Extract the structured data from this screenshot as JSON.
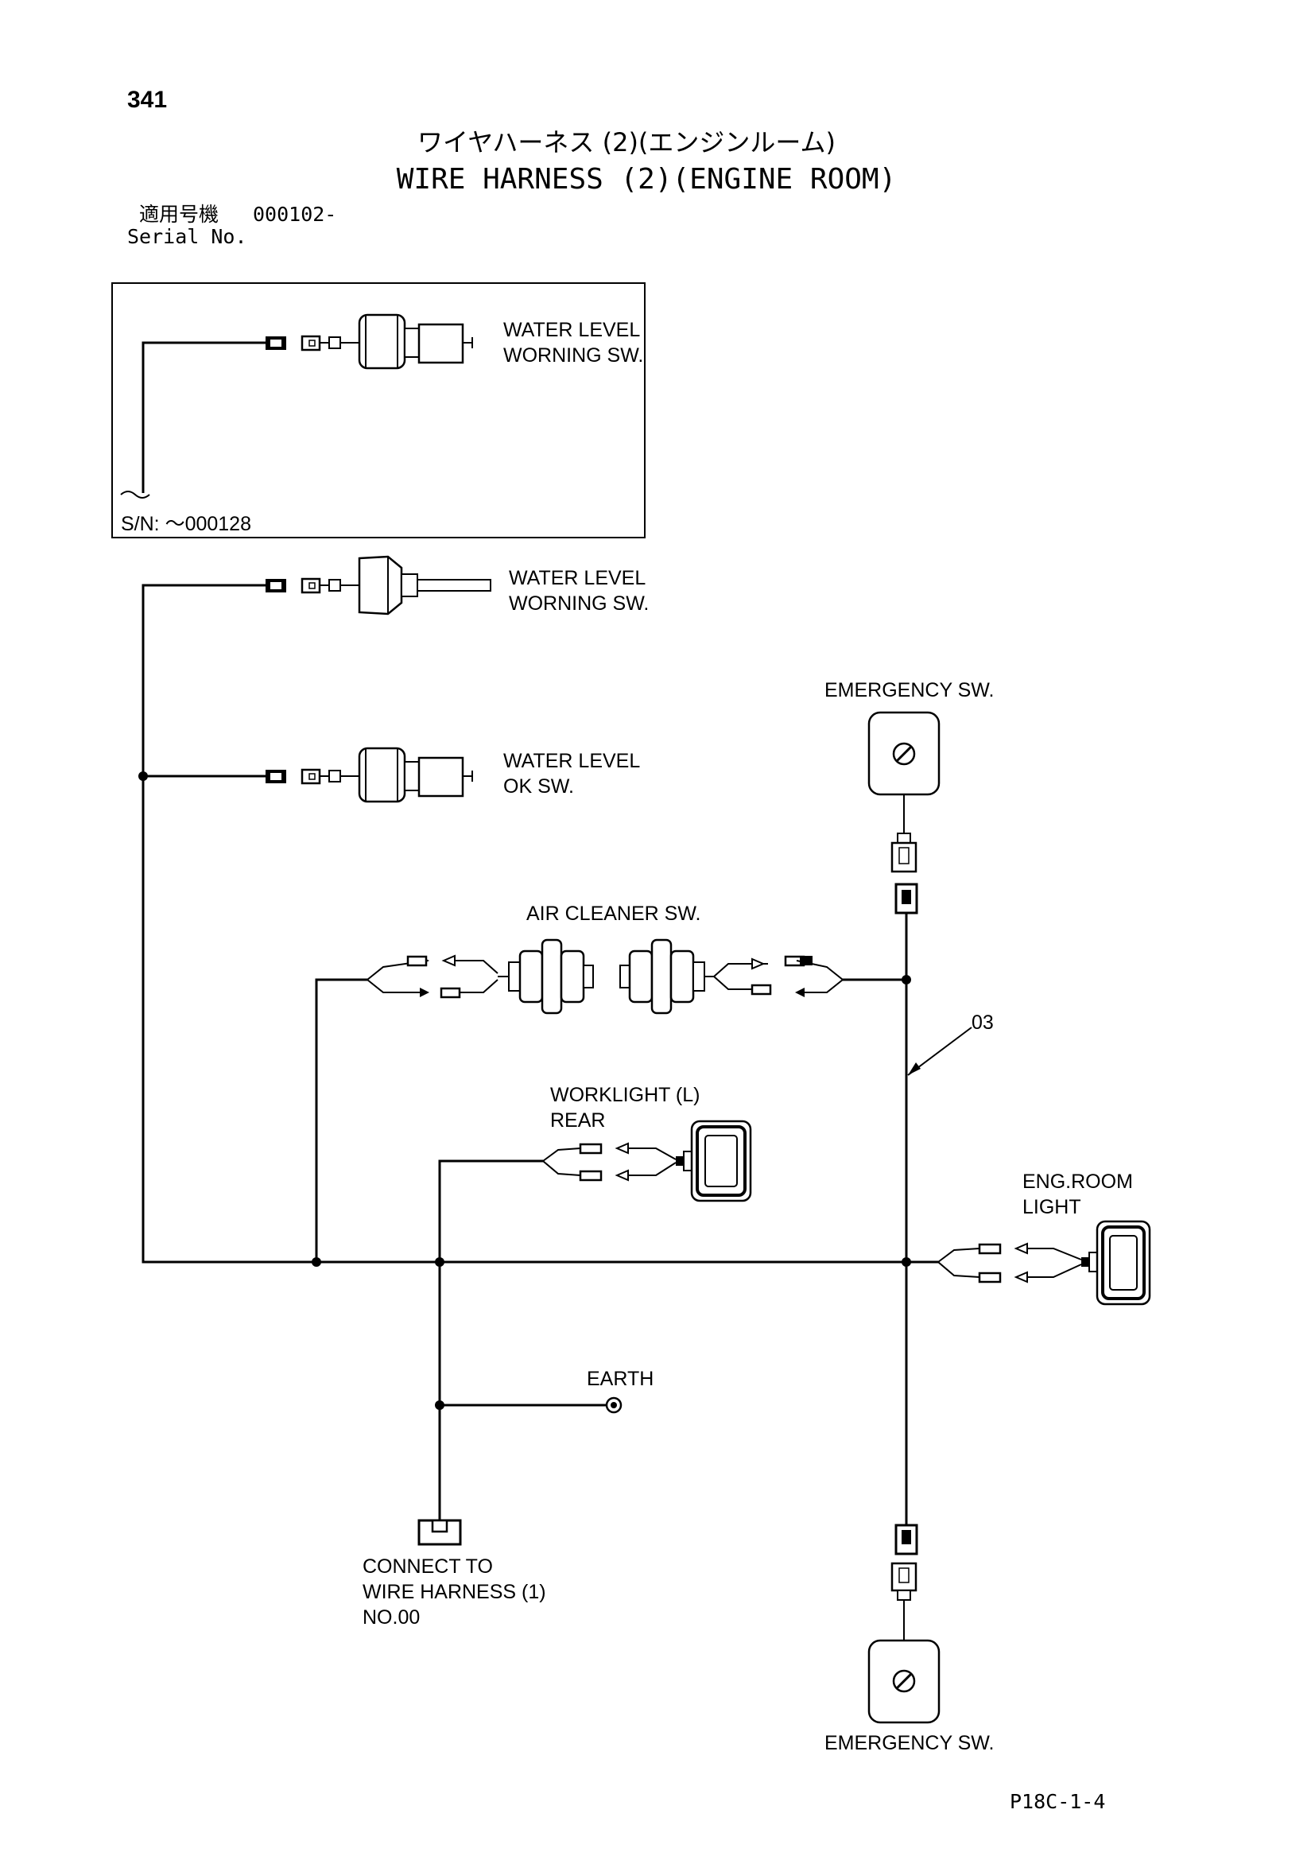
{
  "header": {
    "page_number": "341",
    "title_jp": "ワイヤハーネス (2)(エンジンルーム)",
    "title_en": "WIRE HARNESS (2)(ENGINE ROOM)",
    "serial_label_jp": "適用号機",
    "serial_value": "000102-",
    "serial_label_en": "Serial No."
  },
  "inset": {
    "label_line1": "WATER LEVEL",
    "label_line2": "WORNING SW.",
    "serial_note": "S/N: ～000128"
  },
  "components": {
    "water_level_warning": {
      "line1": "WATER LEVEL",
      "line2": "WORNING SW."
    },
    "water_level_ok": {
      "line1": "WATER LEVEL",
      "line2": "OK SW."
    },
    "emergency_top": "EMERGENCY SW.",
    "air_cleaner": "AIR CLEANER SW.",
    "harness_ref": "03",
    "worklight": {
      "line1": "WORKLIGHT (L)",
      "line2": "REAR"
    },
    "eng_room_light": {
      "line1": "ENG.ROOM",
      "line2": "LIGHT"
    },
    "earth": "EARTH",
    "connect_note": {
      "line1": "CONNECT TO",
      "line2": "WIRE HARNESS (1)",
      "line3": "NO.00"
    },
    "emergency_bottom": "EMERGENCY SW."
  },
  "footer": {
    "drawing_code": "P18C-1-4"
  }
}
